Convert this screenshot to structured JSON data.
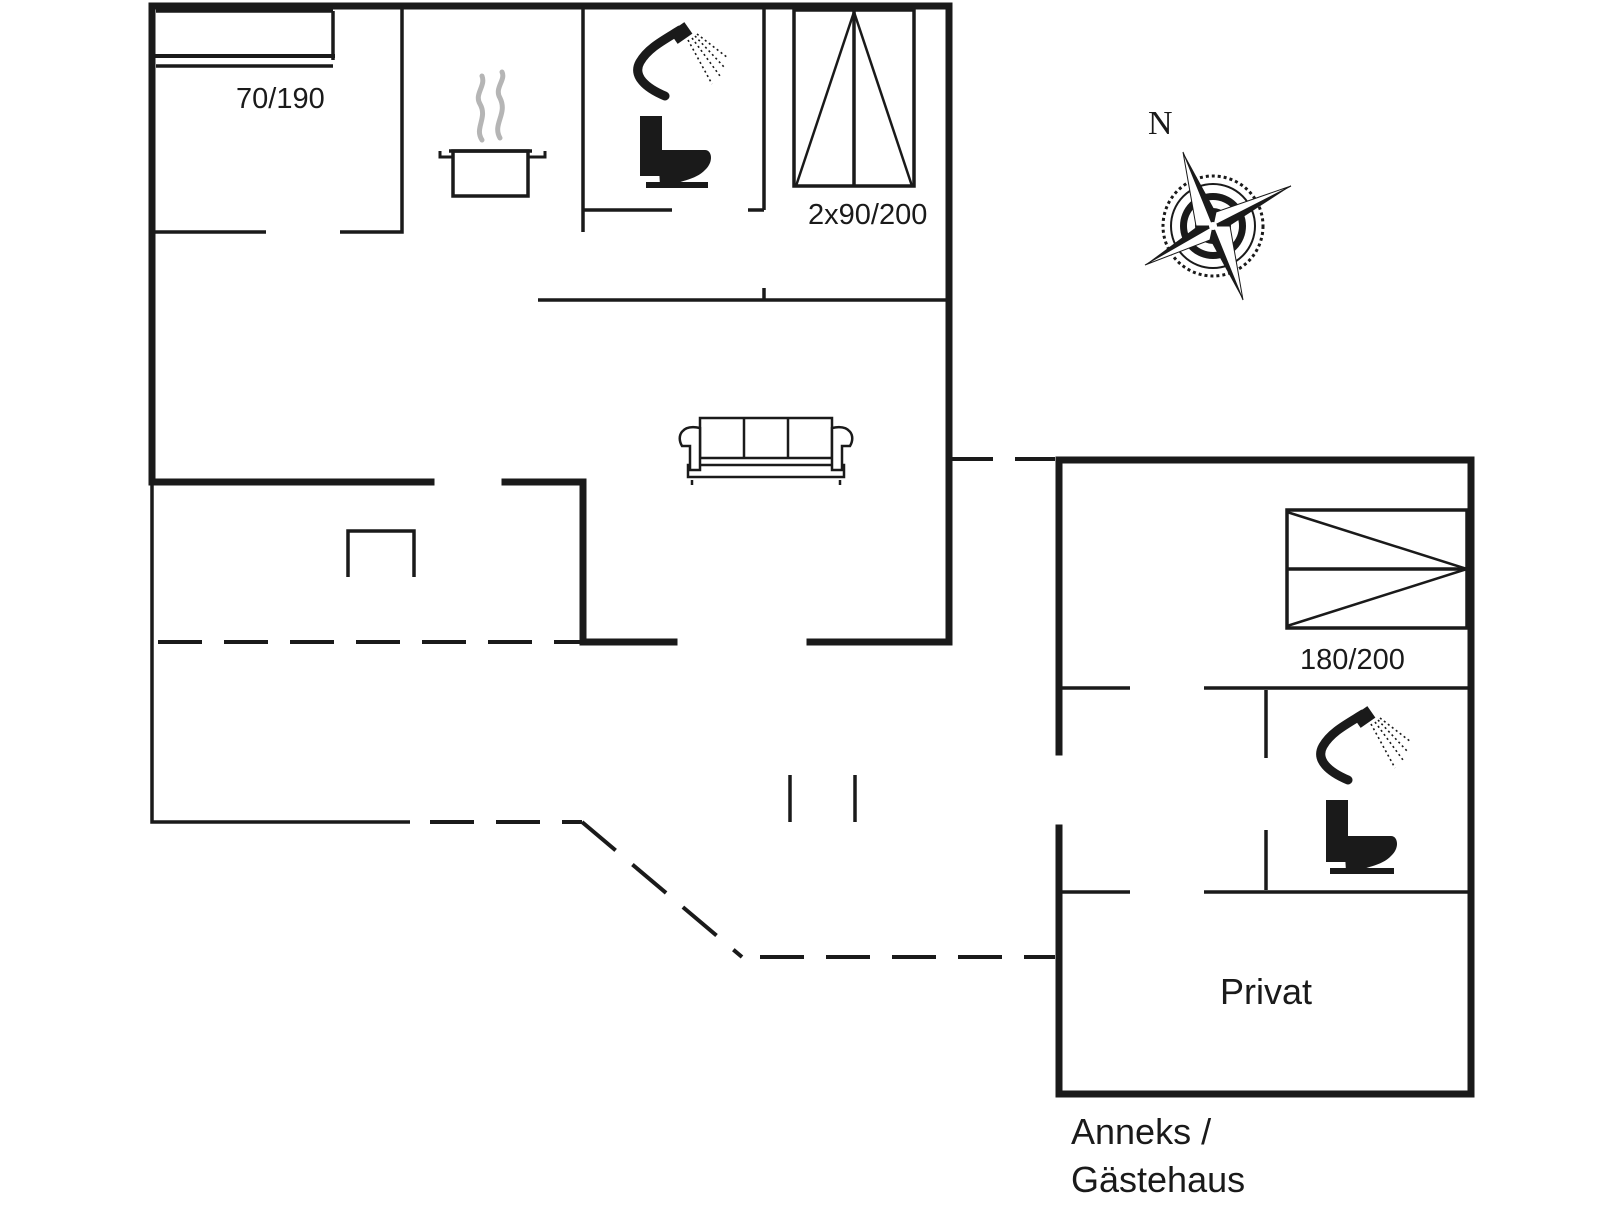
{
  "labels": {
    "bed_small": "70/190",
    "bed_twin": "2x90/200",
    "bed_double": "180/200",
    "privat": "Privat",
    "annex_line1": "Anneks /",
    "annex_line2": "Gästehaus",
    "north": "N"
  },
  "icons": [
    "cooking-pot-icon",
    "shower-icon",
    "toilet-icon",
    "sofa-icon",
    "compass-rose-icon"
  ],
  "colors": {
    "line": "#1a1a1a",
    "steam": "#b5b5b5",
    "background": "#ffffff"
  }
}
